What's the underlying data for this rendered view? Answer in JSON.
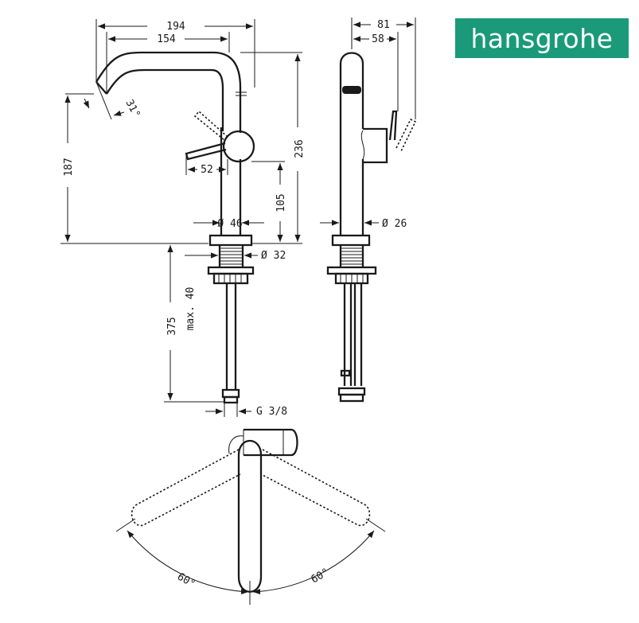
{
  "brand": {
    "logo_text": "hansgrohe",
    "logo_color": "#1a9a78"
  },
  "dimensions": {
    "width_total": "194",
    "spout_reach": "154",
    "spout_angle": "31°",
    "height_spout": "187",
    "height_total": "236",
    "lever_reach": "52",
    "height_lever": "105",
    "base_diameter": "Ø 46",
    "thread_diameter": "Ø 32",
    "max_deck": "max. 40",
    "supply_length": "375",
    "connection": "G 3/8",
    "side_depth_total": "81",
    "side_depth_lever": "58",
    "side_diameter": "Ø 26",
    "rotation_left": "60°",
    "rotation_right": "60°"
  }
}
